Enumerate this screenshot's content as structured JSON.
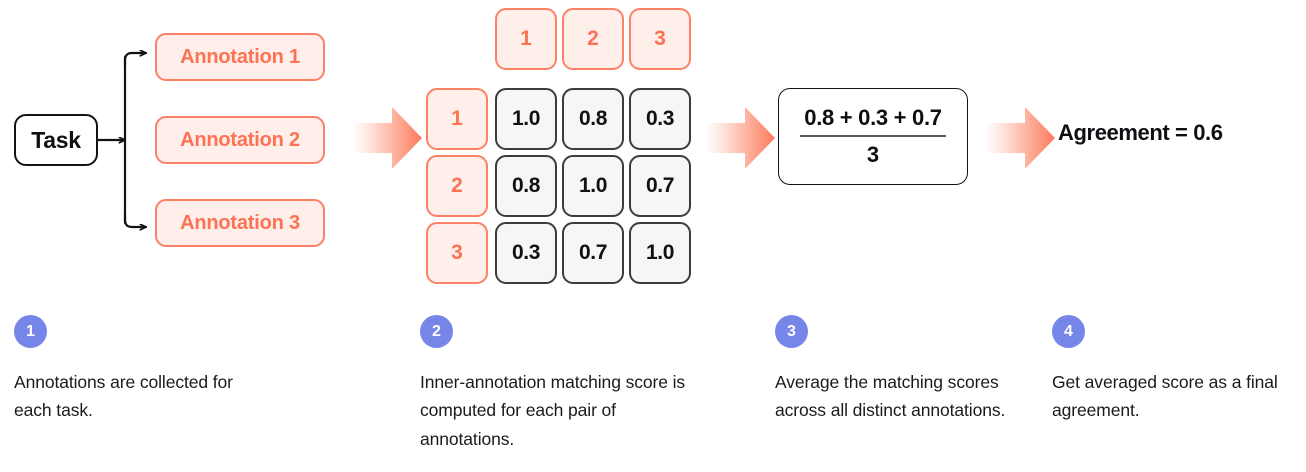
{
  "colors": {
    "coral_border": "#FB8264",
    "coral_text": "#FB7354",
    "coral_fill": "#FFEEE9",
    "badge_blue": "#7686E8",
    "ink": "#0f0f13",
    "cell_border": "#3C3C3F",
    "cell_fill": "#F6F6F4"
  },
  "flow": {
    "source": {
      "label": "Task"
    },
    "annotations": [
      {
        "label": "Annotation 1"
      },
      {
        "label": "Annotation 2"
      },
      {
        "label": "Annotation 3"
      }
    ],
    "arrows": [
      {
        "name": "arrow-task-to-matrix"
      },
      {
        "name": "arrow-matrix-to-formula"
      },
      {
        "name": "arrow-formula-to-result"
      }
    ],
    "formula": {
      "numerator": "0.8 + 0.3 + 0.7",
      "denominator": "3"
    },
    "result": {
      "label": "Agreement = 0.6"
    }
  },
  "chart_data": {
    "type": "heatmap",
    "title": "Inner-annotation matching score matrix",
    "col_headers": [
      "1",
      "2",
      "3"
    ],
    "row_headers": [
      "1",
      "2",
      "3"
    ],
    "values": [
      [
        "1.0",
        "0.8",
        "0.3"
      ],
      [
        "0.8",
        "1.0",
        "0.7"
      ],
      [
        "0.3",
        "0.7",
        "1.0"
      ]
    ]
  },
  "steps": [
    {
      "number": "1",
      "text": "Annotations are collected for each task."
    },
    {
      "number": "2",
      "text": "Inner-annotation matching score is computed for each pair of annotations."
    },
    {
      "number": "3",
      "text": "Average the matching scores across all distinct annotations."
    },
    {
      "number": "4",
      "text": "Get averaged score as a final agreement."
    }
  ]
}
